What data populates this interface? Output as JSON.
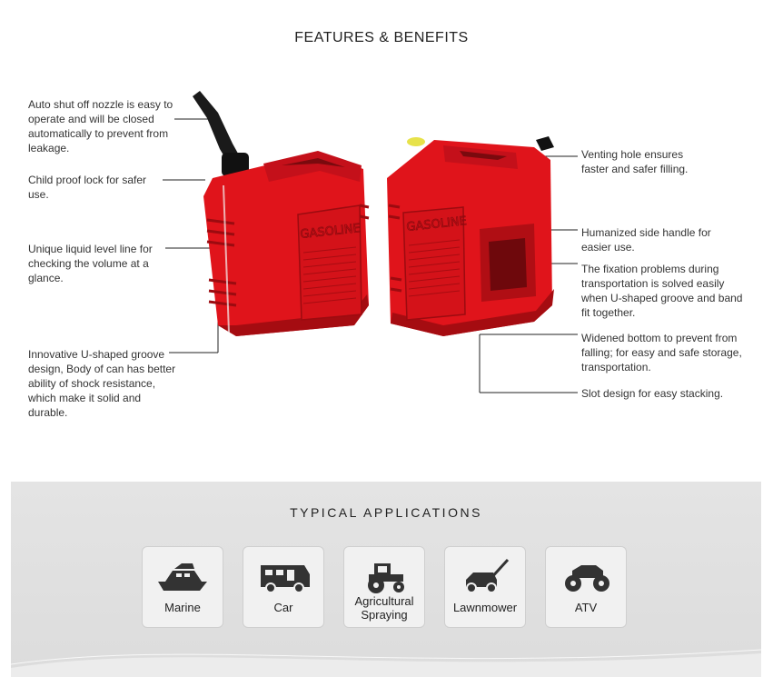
{
  "header": {
    "title": "FEATURES & BENEFITS"
  },
  "product": {
    "label_text": "GASOLINE",
    "body_color": "#e0141b"
  },
  "features": {
    "auto_shutoff": "Auto shut off nozzle is easy to operate and will be closed automatically to prevent from leakage.",
    "child_lock": "Child proof lock for safer use.",
    "level_line": "Unique liquid level line for checking the volume at a glance.",
    "u_groove": "Innovative U-shaped groove design, Body of can has better ability of shock resistance, which make it solid and durable.",
    "venting": "Venting hole ensures faster and safer filling.",
    "side_handle": "Humanized side handle for easier use.",
    "fixation": "The fixation problems during transportation is solved easily when U-shaped groove and band fit together.",
    "widened_bottom": "Widened bottom to prevent from falling; for easy and safe storage, transportation.",
    "slot": "Slot design for easy stacking."
  },
  "applications": {
    "title": "TYPICAL APPLICATIONS",
    "items": [
      {
        "label": "Marine",
        "icon": "boat-icon"
      },
      {
        "label": "Car",
        "icon": "rv-icon"
      },
      {
        "label": "Agricultural Spraying",
        "icon": "tractor-icon"
      },
      {
        "label": "Lawnmower",
        "icon": "lawnmower-icon"
      },
      {
        "label": "ATV",
        "icon": "atv-icon"
      }
    ]
  }
}
